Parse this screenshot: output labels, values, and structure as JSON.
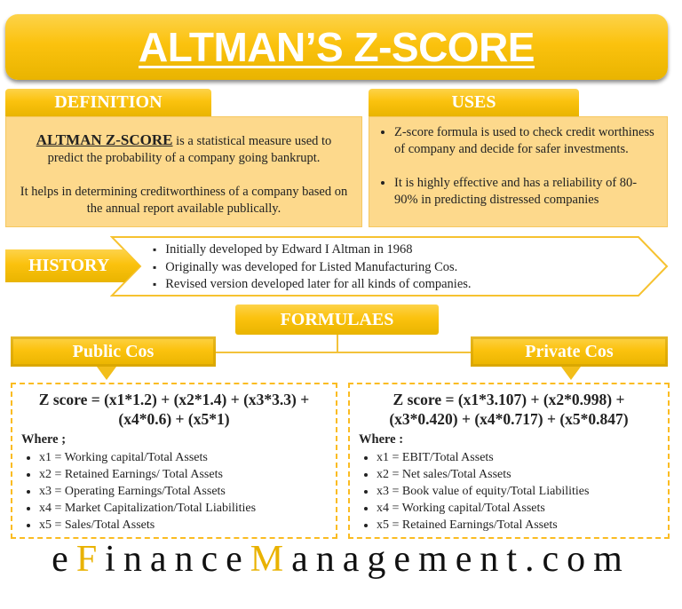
{
  "title": "ALTMAN’S Z-SCORE",
  "definition": {
    "tab": "DEFINITION",
    "term": "ALTMAN Z-SCORE",
    "text1": " is a statistical measure used to predict the probability of a company going bankrupt.",
    "text2": "It helps in determining creditworthiness of a company based on the annual report available publically."
  },
  "uses": {
    "tab": "USES",
    "items": [
      "Z-score formula is used to check credit worthiness of company and decide for safer investments.",
      "It is highly effective and has a reliability of 80-90% in predicting distressed companies"
    ]
  },
  "history": {
    "label": "HISTORY",
    "items": [
      "Initially developed by Edward I Altman in 1968",
      "Originally was developed for Listed Manufacturing Cos.",
      "Revised version developed later for all kinds of companies."
    ]
  },
  "formulae": {
    "tab": "FORMULAES",
    "public": {
      "label": "Public Cos",
      "formula": "Z score = (x1*1.2) + (x2*1.4) + (x3*3.3) + (x4*0.6) + (x5*1)",
      "where": "Where ;",
      "vars": [
        "x1 = Working capital/Total Assets",
        "x2 = Retained Earnings/ Total Assets",
        "x3 = Operating Earnings/Total Assets",
        "x4 = Market Capitalization/Total Liabilities",
        "x5 = Sales/Total Assets"
      ]
    },
    "private": {
      "label": "Private Cos",
      "formula": "Z score = (x1*3.107) + (x2*0.998) + (x3*0.420) + (x4*0.717) + (x5*0.847)",
      "where": "Where :",
      "vars": [
        "x1 = EBIT/Total Assets",
        "x2 = Net sales/Total Assets",
        "x3 = Book value of  equity/Total Liabilities",
        "x4 = Working capital/Total Assets",
        "x5 = Retained Earnings/Total Assets"
      ]
    }
  },
  "logo": {
    "p1": "e",
    "p2": "F",
    "p3": "inance",
    "p4": "M",
    "p5": "anagement.com"
  },
  "colors": {
    "gold": "#fbc20e",
    "panel": "#fdd98c",
    "dashed_border": "#fbbc22"
  }
}
